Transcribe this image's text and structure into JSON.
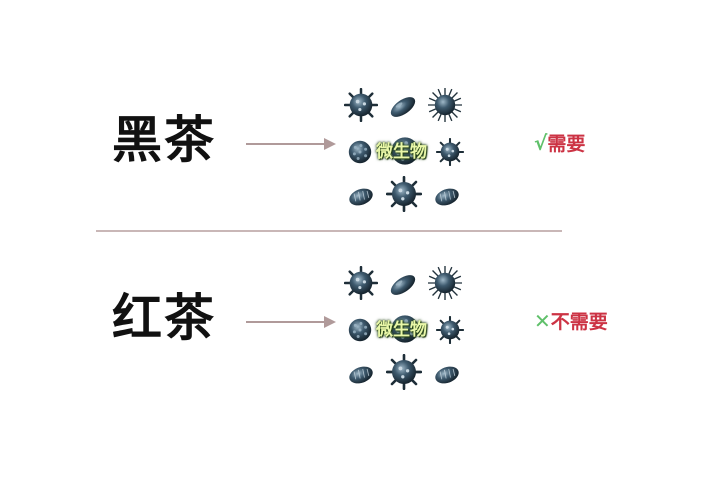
{
  "rows": [
    {
      "tea": "黑茶",
      "label": "微生物",
      "mark": "√",
      "verdict": "需要"
    },
    {
      "tea": "红茶",
      "label": "微生物",
      "mark": "✕",
      "verdict": "不需要"
    }
  ],
  "colors": {
    "arrow": "#b09a9a",
    "microbe_body": "#3e5a6e",
    "microbe_dark": "#16242e",
    "check": "#5fc06a",
    "verdict_text": "#cc3344",
    "label_text": "#e9f7a8",
    "divider": "#c9b7b7"
  },
  "icons": {
    "microbe": "microbe-icon",
    "check": "check-mark-icon",
    "cross": "cross-mark-icon",
    "arrow": "right-arrow-icon"
  }
}
